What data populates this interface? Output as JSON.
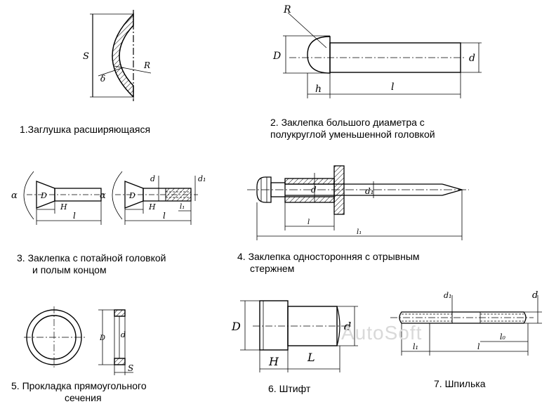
{
  "watermark": "AutoSoft",
  "figures": [
    {
      "id": "fig1",
      "caption": [
        "1.Заглушка расширяющаяся"
      ],
      "dims": [
        "S",
        "δ",
        "R"
      ]
    },
    {
      "id": "fig2",
      "caption": [
        "2. Заклепка большого диаметра с",
        "полукруглой уменьшенной головкой"
      ],
      "dims": [
        "R",
        "D",
        "h",
        "l",
        "d"
      ]
    },
    {
      "id": "fig3",
      "caption": [
        "3. Заклепка с потайной головкой",
        "и полым концом"
      ],
      "dims": [
        "α",
        "D",
        "H",
        "l",
        "α",
        "D",
        "H",
        "l",
        "d",
        "l₁",
        "d₁"
      ]
    },
    {
      "id": "fig4",
      "caption": [
        "4. Заклепка односторонняя с отрывным",
        "стержнем"
      ],
      "dims": [
        "d",
        "d₁",
        "l",
        "l₁"
      ]
    },
    {
      "id": "fig5",
      "caption": [
        "5. Прокладка прямоугольного",
        "сечения"
      ],
      "dims": [
        "D",
        "d",
        "S"
      ]
    },
    {
      "id": "fig6",
      "caption": [
        "6. Штифт"
      ],
      "dims": [
        "D",
        "d",
        "H",
        "L"
      ]
    },
    {
      "id": "fig7",
      "caption": [
        "7. Шпилька"
      ],
      "dims": [
        "d₁",
        "d",
        "l₁",
        "l",
        "l₀"
      ]
    }
  ]
}
